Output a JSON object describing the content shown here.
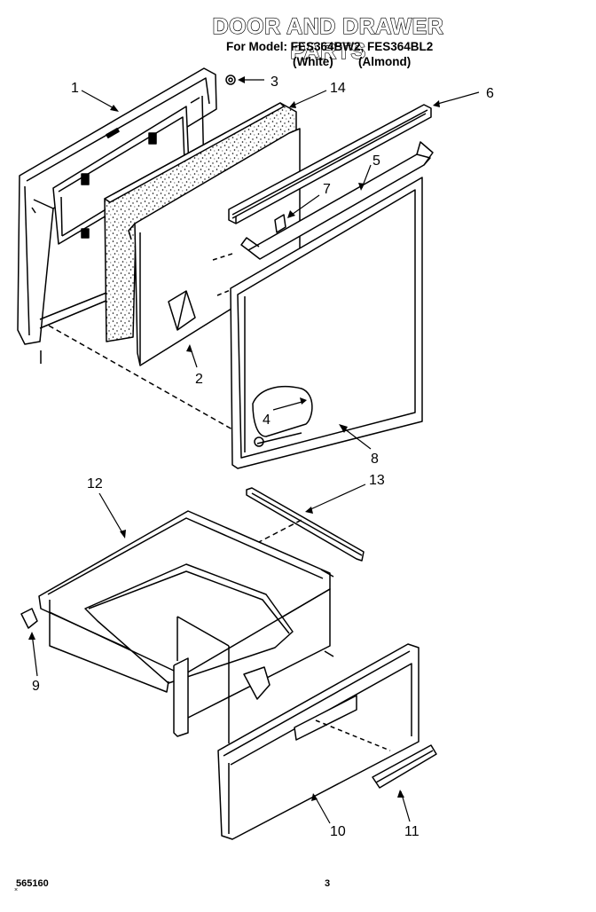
{
  "header": {
    "title": "DOOR AND DRAWER PARTS",
    "model_line": "For Model: FES364BW2, FES364BL2",
    "color_white": "(White)",
    "color_almond": "(Almond)"
  },
  "callouts": [
    "1",
    "2",
    "3",
    "4",
    "5",
    "6",
    "7",
    "8",
    "9",
    "10",
    "11",
    "12",
    "13",
    "14"
  ],
  "footer": {
    "code": "565160",
    "page": "3"
  }
}
